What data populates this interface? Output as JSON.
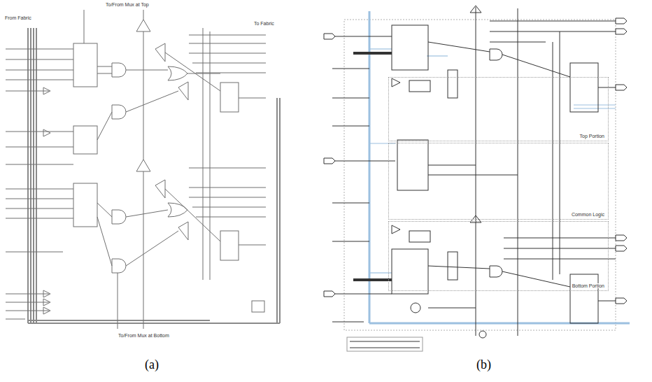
{
  "diagram": {
    "nodes": [
      {
        "text": [
          "Top Portion"
        ]
      },
      {
        "text": [
          "Common Logic"
        ]
      },
      {
        "text": [
          "Bottom Portion"
        ]
      }
    ],
    "labels": [
      "To/From Mux at Top",
      "From Fabric",
      "To Fabric",
      "To/From Mux at Bottom",
      "(a)",
      "(b)"
    ]
  }
}
